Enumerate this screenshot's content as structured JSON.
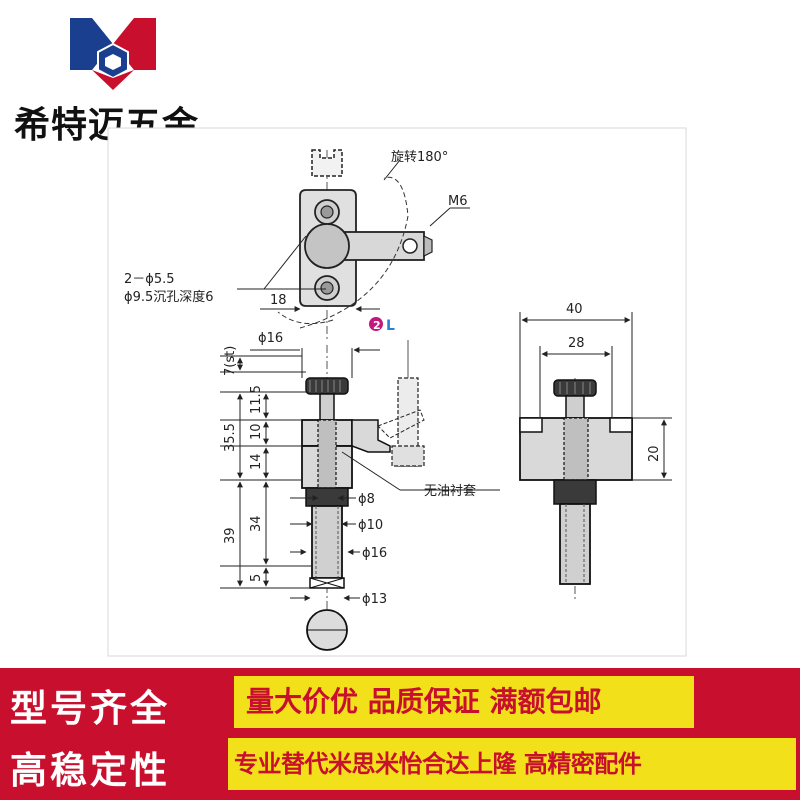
{
  "brand": {
    "name": "希特迈五金"
  },
  "colors": {
    "brand_red": "#c8102e",
    "brand_blue": "#1b3f8f",
    "tag_yellow": "#f2e11a"
  },
  "icons": {
    "logo": "hexagon-cube-logo"
  },
  "drawing": {
    "rotation_label": "旋转180°",
    "thread_label": "M6",
    "hole_label_line1": "2－ϕ5.5",
    "hole_label_line2": "ϕ9.5沉孔深度6",
    "dim_18": "18",
    "dim_phi16_top": "ϕ16",
    "marker_number": "2",
    "marker_letter": "L",
    "dim_7st": "7(st)",
    "dim_11_5": "11.5",
    "dim_10": "10",
    "dim_35_5": "35.5",
    "dim_14": "14",
    "dim_39": "39",
    "dim_34": "34",
    "dim_5": "5",
    "dim_phi8": "ϕ8",
    "dim_phi10": "ϕ10",
    "dim_phi16_bottom": "ϕ16",
    "dim_phi13": "ϕ13",
    "bushing_label": "无油衬套",
    "dim_40": "40",
    "dim_28": "28",
    "dim_20": "20"
  },
  "banner": {
    "left_line1": "型号齐全",
    "left_line2": "高稳定性",
    "tag_top": "量大价优  品质保证  满额包邮",
    "tag_bottom": "专业替代米思米怡合达上隆 高精密配件"
  }
}
